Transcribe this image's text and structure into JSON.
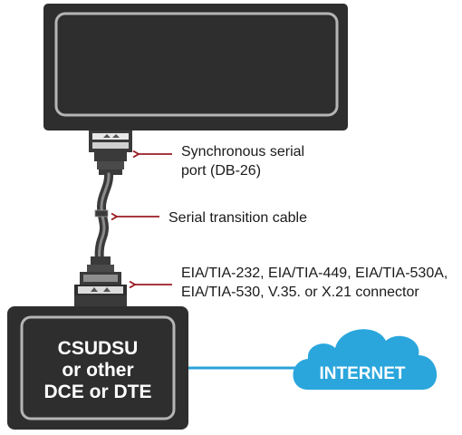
{
  "labels": {
    "serial_port_line1": "Synchronous serial",
    "serial_port_line2": "port (DB-26)",
    "transition_cable": "Serial transition cable",
    "connector_line1": "EIA/TIA-232, EIA/TIA-449, EIA/TIA-530A,",
    "connector_line2": "EIA/TIA-530, V.35. or X.21 connector"
  },
  "device_box": {
    "line1": "CSUDSU",
    "line2": "or other",
    "line3": "DCE or DTE"
  },
  "cloud": {
    "label": "INTERNET"
  },
  "colors": {
    "device_dark": "#2e2e2e",
    "device_outline": "#b5b5b5",
    "arrow_red": "#9b1c24",
    "link_blue": "#29a3d9",
    "cloud_blue": "#2aa6dc"
  }
}
